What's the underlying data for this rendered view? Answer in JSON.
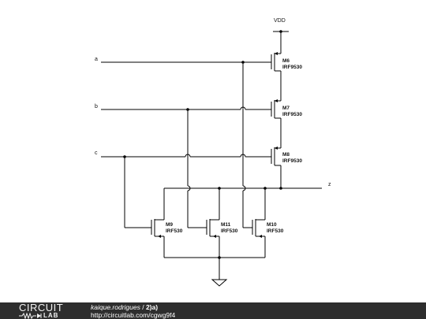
{
  "schematic": {
    "nodes": {
      "vdd": "VDD",
      "a": "a",
      "b": "b",
      "c": "c",
      "z": "z"
    },
    "pmos": [
      {
        "name": "M6",
        "part": "IRF9530"
      },
      {
        "name": "M7",
        "part": "IRF9530"
      },
      {
        "name": "M8",
        "part": "IRF9530"
      }
    ],
    "nmos": [
      {
        "name": "M9",
        "part": "IRF530"
      },
      {
        "name": "M11",
        "part": "IRF530"
      },
      {
        "name": "M10",
        "part": "IRF530"
      }
    ],
    "ground_icon": "ground-symbol"
  },
  "footer": {
    "logo_top": "CIRCUIT",
    "logo_bottom": "LAB",
    "user": "kaique.rodrigues",
    "separator": " / ",
    "circuit_title": "2)a)",
    "url": "http://circuitlab.com/cgwg9f4"
  },
  "colors": {
    "wire": "#000000",
    "footer_bg": "#2e2e2e",
    "footer_text": "#ffffff"
  }
}
